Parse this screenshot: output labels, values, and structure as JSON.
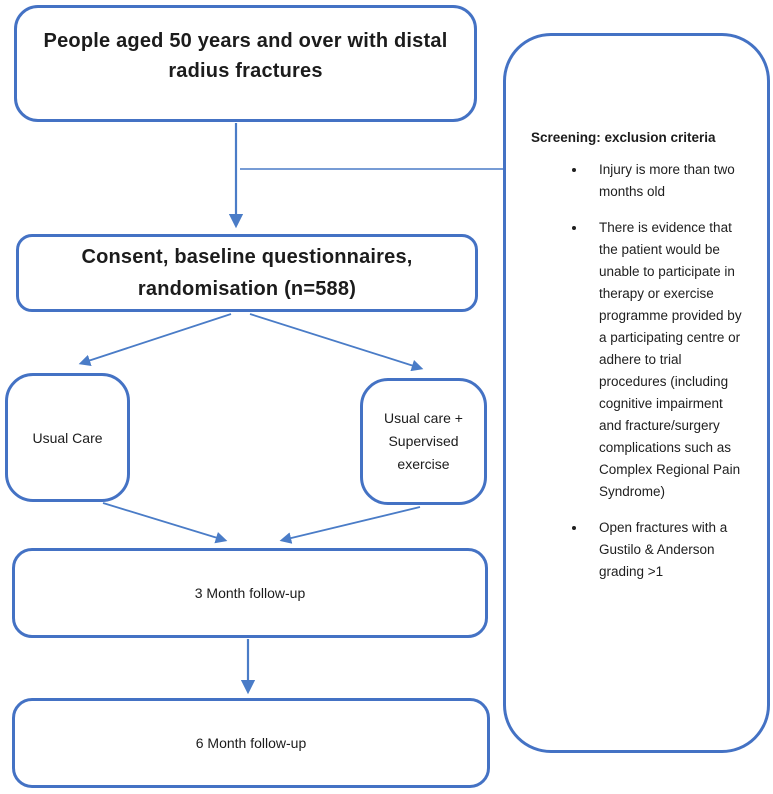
{
  "diagram": {
    "boxes": {
      "population": "People aged 50 years and over with distal\nradius fractures",
      "consent": "Consent, baseline questionnaires,\nrandomisation (n=588)",
      "usual_care": "Usual Care",
      "usual_care_exercise": "Usual care +\nSupervised\nexercise",
      "followup_3m": "3 Month follow-up",
      "followup_6m": "6 Month follow-up"
    },
    "exclusion_panel": {
      "title": "Screening: exclusion criteria",
      "bullets": [
        "Injury is more than two months old",
        "There is evidence that the patient would be unable to participate in therapy or exercise programme provided by a participating centre or adhere to trial procedures (including cognitive impairment and fracture/surgery complications such as Complex Regional Pain Syndrome)",
        "Open fractures with a Gustilo & Anderson grading >1"
      ]
    },
    "colors": {
      "box_border": "#4472c4",
      "arrow": "#4a7cc7",
      "text": "#1c1c1c"
    }
  }
}
